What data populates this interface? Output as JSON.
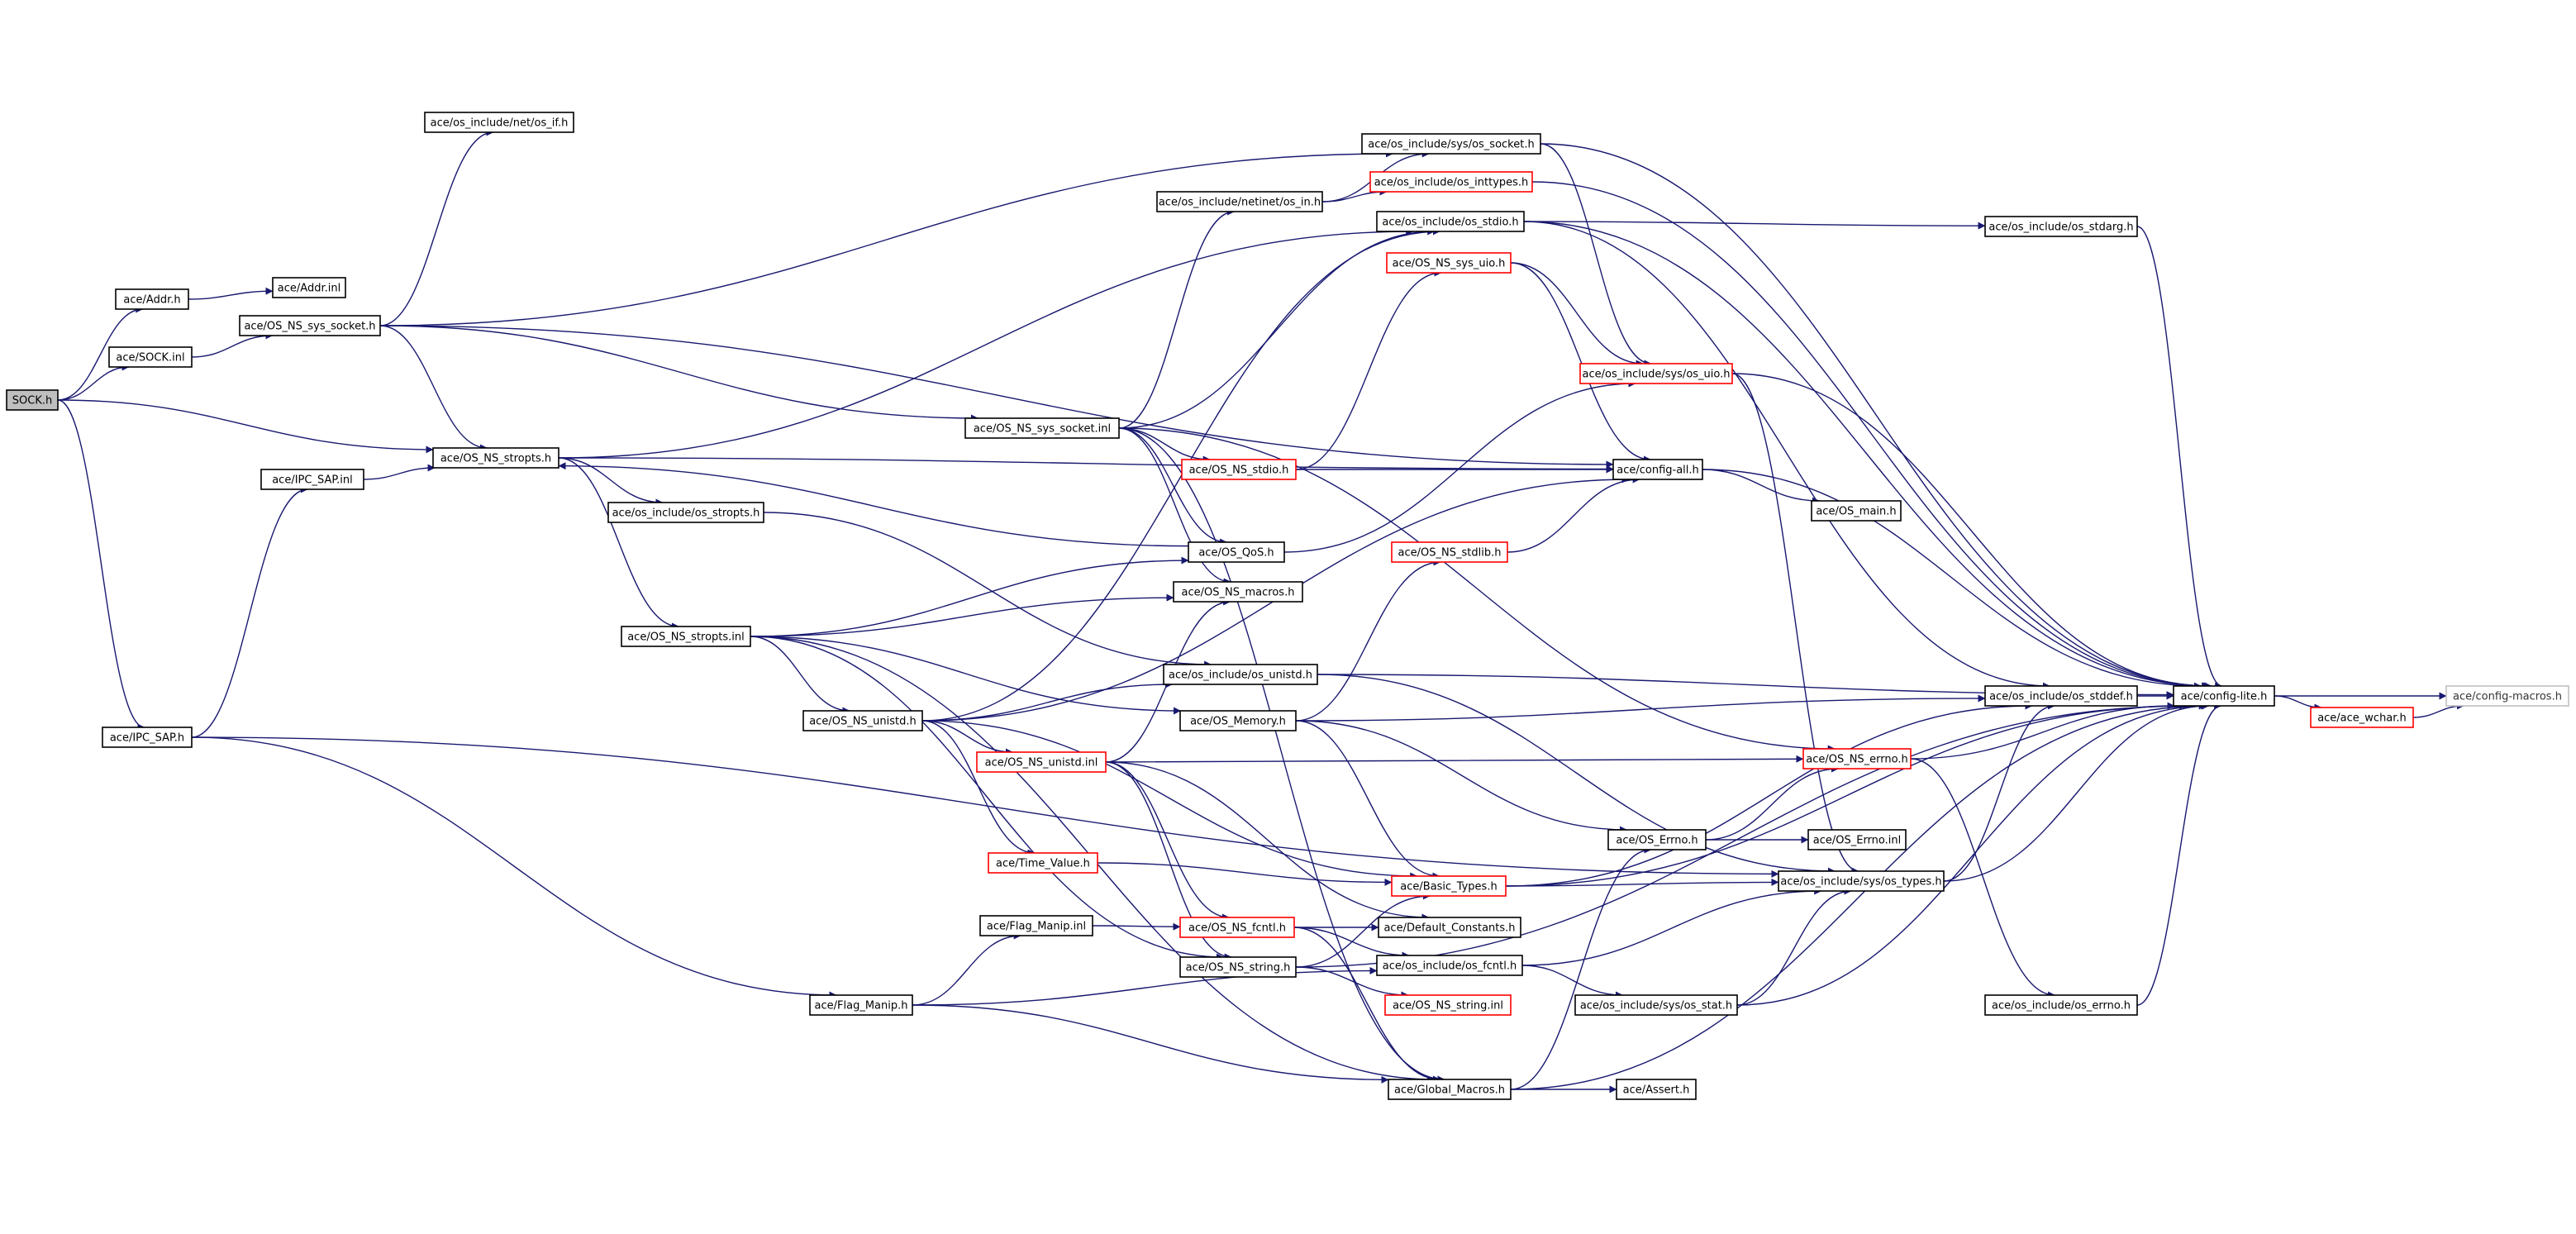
{
  "diagram": {
    "type": "include-dependency-graph",
    "edge_color": "#191970",
    "root_fill": "#bfbfbf",
    "node_fill": "#ffffff",
    "border_colors": {
      "normal": "#000000",
      "truncated": "#ff0000",
      "external": "#bfbfbf"
    },
    "nodes": [
      {
        "id": "sock_h",
        "label": "SOCK.h",
        "style": "root"
      },
      {
        "id": "addr_h",
        "label": "ace/Addr.h",
        "style": "normal"
      },
      {
        "id": "addr_inl",
        "label": "ace/Addr.inl",
        "style": "normal"
      },
      {
        "id": "sock_inl",
        "label": "ace/SOCK.inl",
        "style": "normal"
      },
      {
        "id": "os_if_h",
        "label": "ace/os_include/net/os_if.h",
        "style": "normal"
      },
      {
        "id": "ns_socket_h",
        "label": "ace/OS_NS_sys_socket.h",
        "style": "normal"
      },
      {
        "id": "ipc_inl",
        "label": "ace/IPC_SAP.inl",
        "style": "normal"
      },
      {
        "id": "ns_stropts_h",
        "label": "ace/OS_NS_stropts.h",
        "style": "normal"
      },
      {
        "id": "os_stropts_h",
        "label": "ace/os_include/os_stropts.h",
        "style": "normal"
      },
      {
        "id": "ns_stropts_inl",
        "label": "ace/OS_NS_stropts.inl",
        "style": "normal"
      },
      {
        "id": "ipc_sap_h",
        "label": "ace/IPC_SAP.h",
        "style": "normal"
      },
      {
        "id": "ns_unistd_h",
        "label": "ace/OS_NS_unistd.h",
        "style": "normal"
      },
      {
        "id": "flag_manip_h",
        "label": "ace/Flag_Manip.h",
        "style": "normal"
      },
      {
        "id": "flag_manip_inl",
        "label": "ace/Flag_Manip.inl",
        "style": "normal"
      },
      {
        "id": "time_value_h",
        "label": "ace/Time_Value.h",
        "style": "truncated"
      },
      {
        "id": "ns_unistd_inl",
        "label": "ace/OS_NS_unistd.inl",
        "style": "truncated"
      },
      {
        "id": "os_in_h",
        "label": "ace/os_include/netinet/os_in.h",
        "style": "normal"
      },
      {
        "id": "ns_socket_inl",
        "label": "ace/OS_NS_sys_socket.inl",
        "style": "normal"
      },
      {
        "id": "ns_stdio_h",
        "label": "ace/OS_NS_stdio.h",
        "style": "truncated"
      },
      {
        "id": "os_qos_h",
        "label": "ace/OS_QoS.h",
        "style": "normal"
      },
      {
        "id": "ns_macros_h",
        "label": "ace/OS_NS_macros.h",
        "style": "normal"
      },
      {
        "id": "os_unistd_h",
        "label": "ace/os_include/os_unistd.h",
        "style": "normal"
      },
      {
        "id": "os_memory_h",
        "label": "ace/OS_Memory.h",
        "style": "normal"
      },
      {
        "id": "ns_fcntl_h",
        "label": "ace/OS_NS_fcntl.h",
        "style": "truncated"
      },
      {
        "id": "ns_string_h",
        "label": "ace/OS_NS_string.h",
        "style": "normal"
      },
      {
        "id": "os_sys_socket_h",
        "label": "ace/os_include/sys/os_socket.h",
        "style": "normal"
      },
      {
        "id": "os_inttypes_h",
        "label": "ace/os_include/os_inttypes.h",
        "style": "truncated"
      },
      {
        "id": "os_stdio_h",
        "label": "ace/os_include/os_stdio.h",
        "style": "normal"
      },
      {
        "id": "ns_sys_uio_h",
        "label": "ace/OS_NS_sys_uio.h",
        "style": "truncated"
      },
      {
        "id": "ns_stdlib_h",
        "label": "ace/OS_NS_stdlib.h",
        "style": "truncated"
      },
      {
        "id": "basic_types_h",
        "label": "ace/Basic_Types.h",
        "style": "truncated"
      },
      {
        "id": "default_constants_h",
        "label": "ace/Default_Constants.h",
        "style": "normal"
      },
      {
        "id": "os_fcntl_h",
        "label": "ace/os_include/os_fcntl.h",
        "style": "normal"
      },
      {
        "id": "ns_string_inl",
        "label": "ace/OS_NS_string.inl",
        "style": "truncated"
      },
      {
        "id": "global_macros_h",
        "label": "ace/Global_Macros.h",
        "style": "normal"
      },
      {
        "id": "os_sys_uio_h",
        "label": "ace/os_include/sys/os_uio.h",
        "style": "truncated"
      },
      {
        "id": "config_all_h",
        "label": "ace/config-all.h",
        "style": "normal"
      },
      {
        "id": "os_main_h",
        "label": "ace/OS_main.h",
        "style": "normal"
      },
      {
        "id": "os_errno_class_h",
        "label": "ace/OS_Errno.h",
        "style": "normal"
      },
      {
        "id": "os_errno_inl",
        "label": "ace/OS_Errno.inl",
        "style": "normal"
      },
      {
        "id": "os_sys_types_h",
        "label": "ace/os_include/sys/os_types.h",
        "style": "normal"
      },
      {
        "id": "os_sys_stat_h",
        "label": "ace/os_include/sys/os_stat.h",
        "style": "normal"
      },
      {
        "id": "assert_h",
        "label": "ace/Assert.h",
        "style": "normal"
      },
      {
        "id": "ns_errno_h",
        "label": "ace/OS_NS_errno.h",
        "style": "truncated"
      },
      {
        "id": "os_stdarg_h",
        "label": "ace/os_include/os_stdarg.h",
        "style": "normal"
      },
      {
        "id": "os_stddef_h",
        "label": "ace/os_include/os_stddef.h",
        "style": "normal"
      },
      {
        "id": "os_errno_h",
        "label": "ace/os_include/os_errno.h",
        "style": "normal"
      },
      {
        "id": "config_lite_h",
        "label": "ace/config-lite.h",
        "style": "normal"
      },
      {
        "id": "ace_wchar_h",
        "label": "ace/ace_wchar.h",
        "style": "truncated"
      },
      {
        "id": "config_macros_h",
        "label": "ace/config-macros.h",
        "style": "external"
      }
    ],
    "edges": [
      [
        "sock_h",
        "addr_h"
      ],
      [
        "sock_h",
        "sock_inl"
      ],
      [
        "sock_h",
        "ns_stropts_h"
      ],
      [
        "sock_h",
        "ipc_sap_h"
      ],
      [
        "addr_h",
        "addr_inl"
      ],
      [
        "sock_inl",
        "ns_socket_h"
      ],
      [
        "ns_socket_h",
        "os_if_h"
      ],
      [
        "ns_socket_h",
        "os_sys_socket_h"
      ],
      [
        "ns_socket_h",
        "ns_stropts_h"
      ],
      [
        "ns_socket_h",
        "ns_socket_inl"
      ],
      [
        "ns_socket_h",
        "config_all_h"
      ],
      [
        "ipc_sap_h",
        "ipc_inl"
      ],
      [
        "ipc_sap_h",
        "flag_manip_h"
      ],
      [
        "ipc_sap_h",
        "os_sys_types_h"
      ],
      [
        "ipc_inl",
        "ns_stropts_h"
      ],
      [
        "ns_stropts_h",
        "os_stropts_h"
      ],
      [
        "ns_stropts_h",
        "ns_stropts_inl"
      ],
      [
        "ns_stropts_h",
        "config_all_h"
      ],
      [
        "ns_stropts_h",
        "os_stdio_h"
      ],
      [
        "os_stropts_h",
        "os_unistd_h"
      ],
      [
        "ns_stropts_inl",
        "ns_unistd_h"
      ],
      [
        "ns_stropts_inl",
        "os_qos_h"
      ],
      [
        "ns_stropts_inl",
        "ns_macros_h"
      ],
      [
        "ns_stropts_inl",
        "os_memory_h"
      ],
      [
        "ns_stropts_inl",
        "ns_string_h"
      ],
      [
        "ns_stropts_inl",
        "global_macros_h"
      ],
      [
        "ns_unistd_h",
        "os_unistd_h"
      ],
      [
        "ns_unistd_h",
        "ns_unistd_inl"
      ],
      [
        "ns_unistd_h",
        "time_value_h"
      ],
      [
        "ns_unistd_h",
        "basic_types_h"
      ],
      [
        "ns_unistd_h",
        "os_stdio_h"
      ],
      [
        "ns_unistd_h",
        "config_all_h"
      ],
      [
        "ns_unistd_inl",
        "ns_macros_h"
      ],
      [
        "ns_unistd_inl",
        "ns_fcntl_h"
      ],
      [
        "ns_unistd_inl",
        "ns_string_h"
      ],
      [
        "ns_unistd_inl",
        "default_constants_h"
      ],
      [
        "ns_unistd_inl",
        "ns_errno_h"
      ],
      [
        "time_value_h",
        "basic_types_h"
      ],
      [
        "flag_manip_h",
        "flag_manip_inl"
      ],
      [
        "flag_manip_h",
        "os_fcntl_h"
      ],
      [
        "flag_manip_h",
        "global_macros_h"
      ],
      [
        "flag_manip_inl",
        "ns_fcntl_h"
      ],
      [
        "ns_socket_inl",
        "os_in_h"
      ],
      [
        "ns_socket_inl",
        "ns_stdio_h"
      ],
      [
        "ns_socket_inl",
        "os_qos_h"
      ],
      [
        "ns_socket_inl",
        "ns_macros_h"
      ],
      [
        "ns_socket_inl",
        "os_stdio_h"
      ],
      [
        "ns_socket_inl",
        "global_macros_h"
      ],
      [
        "ns_socket_inl",
        "ns_errno_h"
      ],
      [
        "os_in_h",
        "os_sys_socket_h"
      ],
      [
        "os_in_h",
        "os_inttypes_h"
      ],
      [
        "ns_stdio_h",
        "config_all_h"
      ],
      [
        "ns_stdio_h",
        "ns_sys_uio_h"
      ],
      [
        "os_qos_h",
        "ns_stropts_h"
      ],
      [
        "os_qos_h",
        "os_sys_uio_h"
      ],
      [
        "os_unistd_h",
        "os_sys_types_h"
      ],
      [
        "os_unistd_h",
        "config_lite_h"
      ],
      [
        "os_memory_h",
        "basic_types_h"
      ],
      [
        "os_memory_h",
        "os_errno_class_h"
      ],
      [
        "os_memory_h",
        "os_stddef_h"
      ],
      [
        "os_memory_h",
        "ns_stdlib_h"
      ],
      [
        "ns_fcntl_h",
        "default_constants_h"
      ],
      [
        "ns_fcntl_h",
        "os_fcntl_h"
      ],
      [
        "ns_fcntl_h",
        "global_macros_h"
      ],
      [
        "ns_string_h",
        "ns_string_inl"
      ],
      [
        "ns_string_h",
        "basic_types_h"
      ],
      [
        "ns_string_h",
        "config_lite_h"
      ],
      [
        "os_sys_socket_h",
        "os_sys_uio_h"
      ],
      [
        "os_sys_socket_h",
        "config_lite_h"
      ],
      [
        "os_inttypes_h",
        "config_lite_h"
      ],
      [
        "os_stdio_h",
        "os_stdarg_h"
      ],
      [
        "os_stdio_h",
        "os_stddef_h"
      ],
      [
        "os_stdio_h",
        "config_lite_h"
      ],
      [
        "ns_sys_uio_h",
        "os_sys_uio_h"
      ],
      [
        "ns_sys_uio_h",
        "config_all_h"
      ],
      [
        "ns_stdlib_h",
        "config_all_h"
      ],
      [
        "basic_types_h",
        "os_sys_types_h"
      ],
      [
        "basic_types_h",
        "os_stddef_h"
      ],
      [
        "basic_types_h",
        "config_lite_h"
      ],
      [
        "os_fcntl_h",
        "os_sys_stat_h"
      ],
      [
        "os_fcntl_h",
        "os_sys_types_h"
      ],
      [
        "global_macros_h",
        "assert_h"
      ],
      [
        "global_macros_h",
        "os_errno_class_h"
      ],
      [
        "global_macros_h",
        "config_lite_h"
      ],
      [
        "os_sys_uio_h",
        "os_sys_types_h"
      ],
      [
        "os_sys_uio_h",
        "config_lite_h"
      ],
      [
        "config_all_h",
        "os_main_h"
      ],
      [
        "config_all_h",
        "config_lite_h"
      ],
      [
        "os_errno_class_h",
        "os_errno_inl"
      ],
      [
        "os_errno_class_h",
        "ns_errno_h"
      ],
      [
        "os_sys_types_h",
        "os_stddef_h"
      ],
      [
        "os_sys_types_h",
        "config_lite_h"
      ],
      [
        "os_sys_stat_h",
        "os_sys_types_h"
      ],
      [
        "os_sys_stat_h",
        "config_lite_h"
      ],
      [
        "ns_errno_h",
        "os_errno_h"
      ],
      [
        "ns_errno_h",
        "config_lite_h"
      ],
      [
        "os_stdarg_h",
        "config_lite_h"
      ],
      [
        "os_stddef_h",
        "config_lite_h"
      ],
      [
        "os_errno_h",
        "config_lite_h"
      ],
      [
        "config_lite_h",
        "ace_wchar_h"
      ],
      [
        "config_lite_h",
        "config_macros_h"
      ],
      [
        "ace_wchar_h",
        "config_macros_h"
      ]
    ]
  }
}
